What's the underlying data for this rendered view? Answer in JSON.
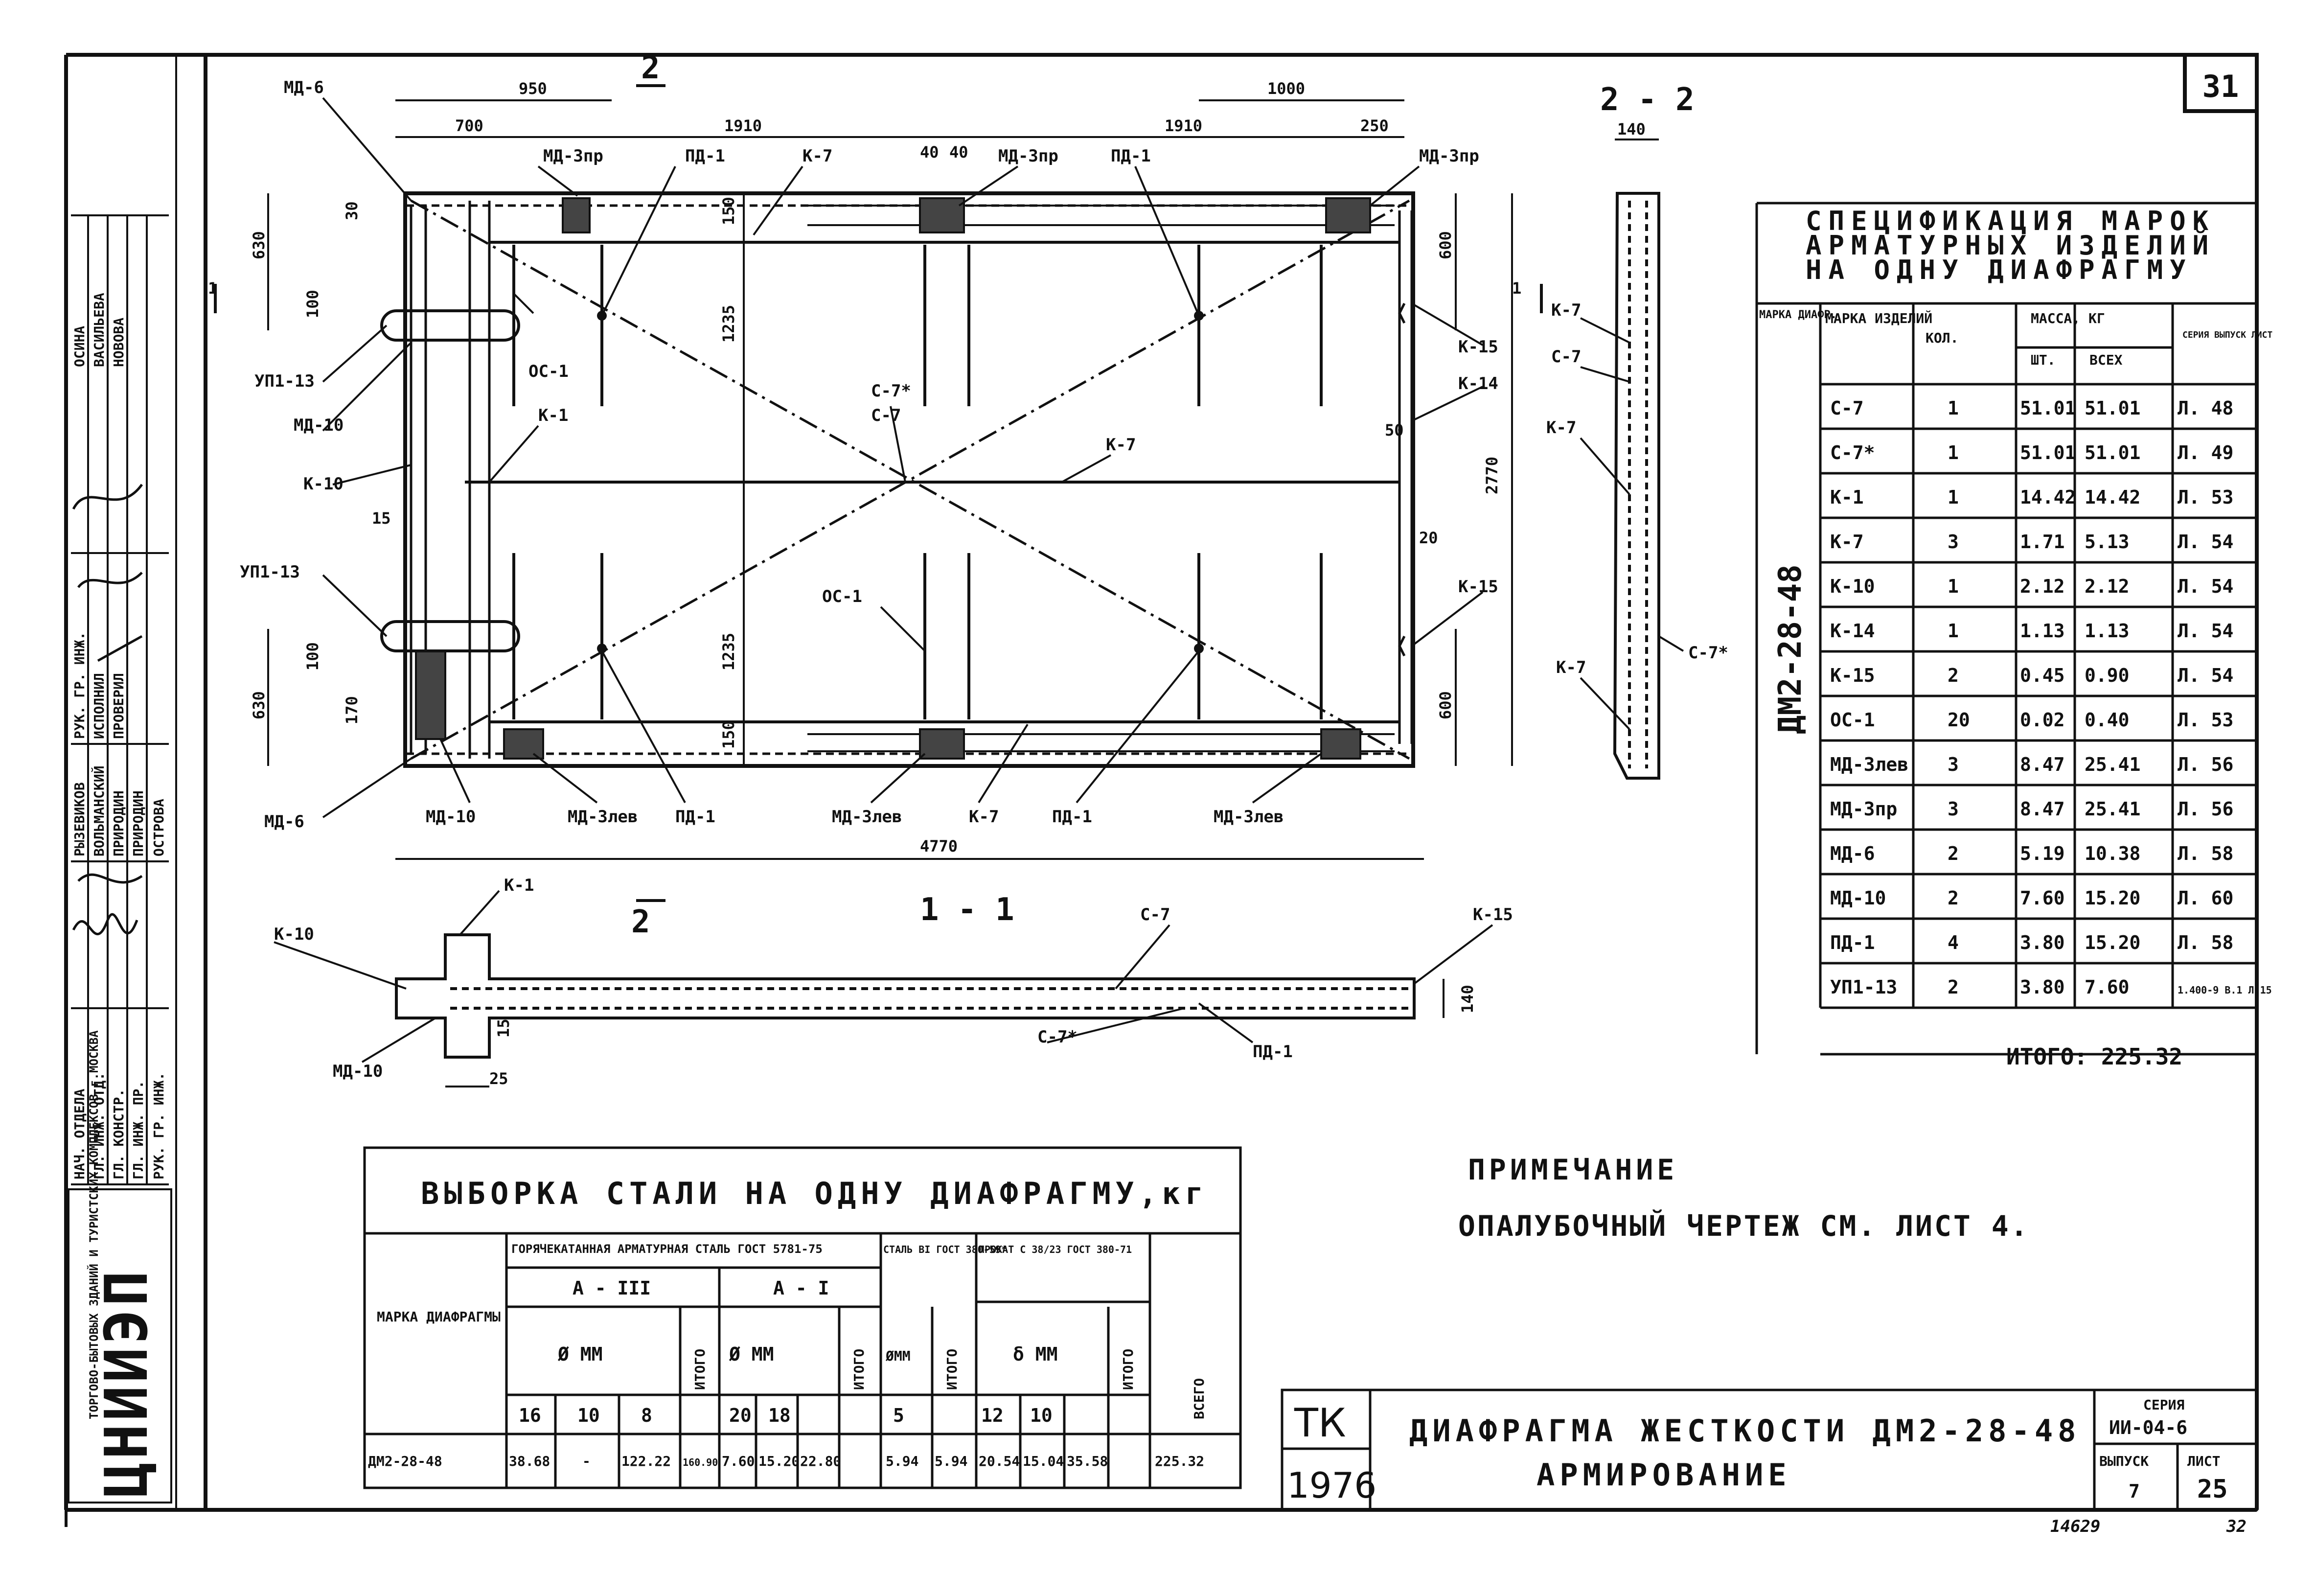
{
  "sheet": {
    "number": "31",
    "footer_left": "14629",
    "footer_right": "32",
    "org_logo": "ЦНИИЭП",
    "org_text": "ТОРГОВО-БЫТОВЫХ ЗДАНИЙ И ТУРИСТСКИХ КОМПЛЕКСОВ г.МОСКВА"
  },
  "stamp": {
    "roles": [
      "НАЧ. ОТДЕЛА",
      "ГЛ. ИНЖ. ОТД.",
      "ГЛ. КОНСТР.",
      "ГЛ. ИНЖ. ПР.",
      "РУК. ГР. ИНЖ."
    ],
    "names": [
      "РЫЗЕВИКОВ",
      "ВОЛЬМАНСКИЙ",
      "ПРИРОДИН",
      "ПРИРОДИН",
      "ОСТРОВА"
    ],
    "roles2": [
      "РУК. ГР. ИНЖ.",
      "ИСПОЛНИЛ",
      "ПРОВЕРИЛ"
    ],
    "names2": [
      "ОСИНА",
      "ВАСИЛЬЕВА",
      "НОВОВА"
    ]
  },
  "plan": {
    "dims": {
      "d950": "950",
      "d700": "700",
      "d1910a": "1910",
      "d1910b": "1910",
      "d1000": "1000",
      "d250": "250",
      "d2770": "2770",
      "d1235a": "1235",
      "d1235b": "1235",
      "d630a": "630",
      "d630b": "630",
      "d600a": "600",
      "d600b": "600",
      "d150a": "150",
      "d150b": "150",
      "d4770": "4770",
      "d20": "20",
      "d15": "15",
      "d170": "170",
      "d100a": "100",
      "d100b": "100",
      "d30": "30",
      "d40a": "40",
      "d40b": "40",
      "d50": "50"
    },
    "labels": {
      "md6a": "МД-6",
      "md6b": "МД-6",
      "md3pr_a": "МД-3пр",
      "md3pr_b": "МД-3пр",
      "md3pr_c": "МД-3пр",
      "pd1a": "ПД-1",
      "pd1b": "ПД-1",
      "pd1c": "ПД-1",
      "pd1d": "ПД-1",
      "k7a": "К-7",
      "k7b": "К-7",
      "k7c": "К-7",
      "oc1a": "ОС-1",
      "oc1b": "ОС-1",
      "upi13a": "УП1-13",
      "upi13b": "УП1-13",
      "md10a": "МД-10",
      "md10b": "МД-10",
      "k10": "К-10",
      "k1": "К-1",
      "c7": "С-7",
      "c7s": "С-7*",
      "k15a": "К-15",
      "k15b": "К-15",
      "k14": "К-14",
      "md3lev_a": "МД-3лев",
      "md3lev_b": "МД-3лев",
      "md3lev_c": "МД-3лев"
    },
    "cut": "2",
    "cut_side": "1"
  },
  "section22": {
    "title": "2 - 2",
    "dim": "140",
    "labels": [
      "К-7",
      "С-7",
      "К-7",
      "К-7",
      "С-7*"
    ]
  },
  "section11": {
    "title": "1 - 1",
    "labels": {
      "k1": "К-1",
      "k10": "К-10",
      "md10": "МД-10",
      "c7": "С-7",
      "c7s": "С-7*",
      "pd1": "ПД-1",
      "k15": "К-15"
    },
    "dims": {
      "d25": "25",
      "d15": "15",
      "d140": "140"
    }
  },
  "spec": {
    "title_lines": [
      "СПЕЦИФИКАЦИЯ МАРОК",
      "АРМАТУРНЫХ ИЗДЕЛИЙ",
      "НА ОДНУ ДИАФРАГМУ"
    ],
    "head": {
      "marka_diafr": "МАРКА ДИАФР.",
      "marka_izd": "МАРКА ИЗДЕЛИЙ",
      "kol": "КОЛ.",
      "massa": "МАССА, КГ",
      "sht": "ШТ.",
      "vseh": "ВСЕХ",
      "seria": "СЕРИЯ ВЫПУСК ЛИСТ"
    },
    "diaphragm": "ДМ2-28-48",
    "rows": [
      [
        "С-7",
        "1",
        "51.01",
        "51.01",
        "Л. 48"
      ],
      [
        "С-7*",
        "1",
        "51.01",
        "51.01",
        "Л. 49"
      ],
      [
        "К-1",
        "1",
        "14.42",
        "14.42",
        "Л. 53"
      ],
      [
        "К-7",
        "3",
        "1.71",
        "5.13",
        "Л. 54"
      ],
      [
        "К-10",
        "1",
        "2.12",
        "2.12",
        "Л. 54"
      ],
      [
        "К-14",
        "1",
        "1.13",
        "1.13",
        "Л. 54"
      ],
      [
        "К-15",
        "2",
        "0.45",
        "0.90",
        "Л. 54"
      ],
      [
        "ОС-1",
        "20",
        "0.02",
        "0.40",
        "Л. 53"
      ],
      [
        "МД-3лев",
        "3",
        "8.47",
        "25.41",
        "Л. 56"
      ],
      [
        "МД-3пр",
        "3",
        "8.47",
        "25.41",
        "Л. 56"
      ],
      [
        "МД-6",
        "2",
        "5.19",
        "10.38",
        "Л. 58"
      ],
      [
        "МД-10",
        "2",
        "7.60",
        "15.20",
        "Л. 60"
      ],
      [
        "ПД-1",
        "4",
        "3.80",
        "15.20",
        "Л. 58"
      ],
      [
        "УП1-13",
        "2",
        "3.80",
        "7.60",
        "1.400-9 В.1 Л.15"
      ]
    ],
    "total": "ИТОГО: 225.32"
  },
  "steel": {
    "title": "ВЫБОРКА СТАЛИ НА ОДНУ ДИАФРАГМУ,кг",
    "h_marka": "МАРКА ДИАФРАГМЫ",
    "h_hot": "ГОРЯЧЕКАТАННАЯ АРМАТУРНАЯ СТАЛЬ ГОСТ 5781-75",
    "h_a3": "А - III",
    "h_a1": "А - I",
    "h_phi": "Ø ММ",
    "h_steel": "СТАЛЬ ВI ГОСТ 380-59*",
    "h_prokat": "ПРОКАТ С 38/23 ГОСТ 380-71",
    "h_delta": "δ ММ",
    "h_itogo": "ИТОГО",
    "h_vsego": "ВСЕГО",
    "h_phimm": "ØММ",
    "diam": [
      "16",
      "10",
      "8",
      "20",
      "18",
      "5",
      "12",
      "10"
    ],
    "row": [
      "ДМ2-28-48",
      "38.68",
      "-",
      "122.22",
      "160.90",
      "7.60",
      "15.20",
      "22.80",
      "5.94",
      "5.94",
      "20.54",
      "15.04",
      "35.58",
      "225.32"
    ]
  },
  "note": {
    "title": "ПРИМЕЧАНИЕ",
    "text": "ОПАЛУБОЧНЫЙ ЧЕРТЕЖ СМ. ЛИСТ 4."
  },
  "title_block": {
    "tk": "ТК",
    "year": "1976",
    "line1": "ДИАФРАГМА ЖЕСТКОСТИ ДМ2-28-48",
    "line2": "АРМИРОВАНИЕ",
    "seria_label": "СЕРИЯ",
    "seria": "ИИ-04-6",
    "vypusk_label": "ВЫПУСК",
    "vypusk": "7",
    "list_label": "ЛИСТ",
    "list": "25"
  }
}
